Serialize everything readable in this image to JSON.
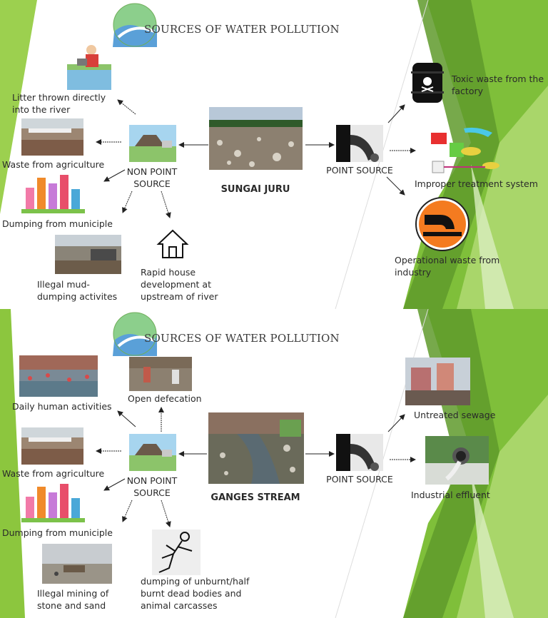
{
  "slides": [
    {
      "title": "SOURCES OF WATER POLLUTION",
      "center": "SUNGAI JURU",
      "non_point_label": "NON POINT\nSOURCE",
      "point_label": "POINT SOURCE",
      "non_point_items": [
        "Litter thrown directly\ninto the river",
        "Waste from agriculture",
        "Dumping from municiple",
        "Illegal mud-\ndumping activites",
        "Rapid house\ndevelopment at\nupstream of river"
      ],
      "point_items": [
        "Toxic waste from the\nfactory",
        "Improper treatment system",
        "Operational waste from\nindustry"
      ]
    },
    {
      "title": "SOURCES OF WATER POLLUTION",
      "center": "GANGES STREAM",
      "non_point_label": "NON POINT\nSOURCE",
      "point_label": "POINT SOURCE",
      "non_point_items": [
        "Daily human activities",
        "Open defecation",
        "Waste from agriculture",
        "Dumping from municiple",
        "Illegal mining of\nstone and sand",
        "dumping of unburnt/half\nburnt dead bodies and\nanimal carcasses"
      ],
      "point_items": [
        "Untreated sewage",
        "Industrial effluent"
      ]
    }
  ],
  "colors": {
    "green_light": "#a6d35a",
    "green_mid": "#8cc63e",
    "green_dark": "#5f9a2c",
    "orange": "#f47b20"
  }
}
